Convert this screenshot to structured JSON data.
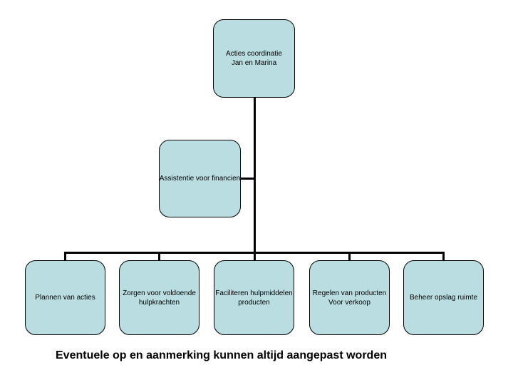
{
  "colors": {
    "page_bg": "#ffffff",
    "box_fill": "#b9dde1",
    "box_border": "#000000",
    "box_text": "#000000",
    "connector": "#000000",
    "caption_text": "#000000"
  },
  "org_chart": {
    "root": {
      "label": "Acties coordinatie\nJan en Marina"
    },
    "assistant": {
      "label": "Assistentie voor financien"
    },
    "children": [
      {
        "label": "Plannen van acties"
      },
      {
        "label": "Zorgen voor voldoende\nhulpkrachten"
      },
      {
        "label": "Faciliteren hulpmiddelen\nproducten"
      },
      {
        "label": "Regelen van producten\nVoor verkoop"
      },
      {
        "label": "Beheer opslag ruimte"
      }
    ]
  },
  "caption": "Eventuele op en aanmerking kunnen altijd aangepast worden"
}
